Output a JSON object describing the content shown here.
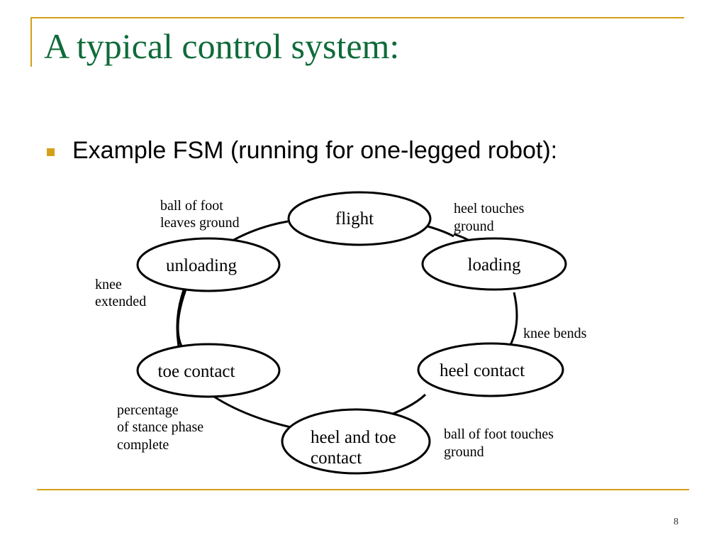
{
  "slide": {
    "title": "A typical control system:",
    "bullet_text": "Example FSM (running for one-legged robot):",
    "page_number": "8"
  },
  "colors": {
    "title_color": "#0f6b3a",
    "accent": "#d4a017"
  },
  "fsm": {
    "states": {
      "flight": [
        "flight"
      ],
      "loading": [
        "loading"
      ],
      "heel_contact": [
        "heel contact"
      ],
      "heel_and_toe": [
        "heel and toe",
        "contact"
      ],
      "toe_contact": [
        "toe contact"
      ],
      "unloading": [
        "unloading"
      ]
    },
    "transitions": {
      "flight_to_loading": [
        "heel touches",
        "ground"
      ],
      "loading_to_heel_contact": [
        "knee bends"
      ],
      "heel_contact_to_heel_and_toe": [
        "ball of foot touches",
        "ground"
      ],
      "heel_and_toe_to_toe_contact": [
        "percentage",
        "of stance phase",
        "complete"
      ],
      "toe_contact_to_unloading": [
        "knee",
        "extended"
      ],
      "unloading_to_flight": [
        "ball of foot",
        "leaves ground"
      ]
    }
  }
}
